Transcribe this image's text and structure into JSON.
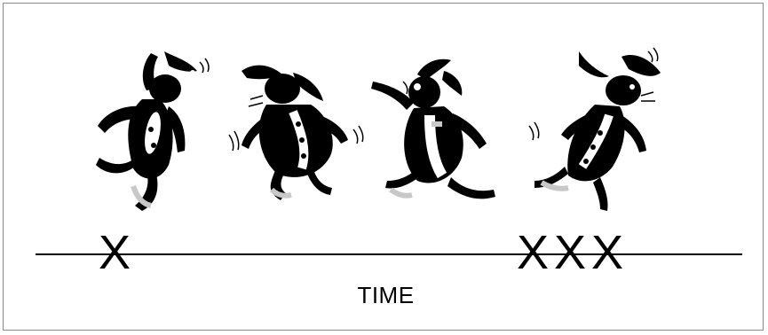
{
  "timeline": {
    "label": "TIME",
    "markers_left": [
      "X"
    ],
    "markers_right": [
      "X",
      "X",
      "X"
    ]
  },
  "figures": [
    {
      "name": "dancing-rabbit-1"
    },
    {
      "name": "dancing-rabbit-2"
    },
    {
      "name": "dancing-rabbit-3"
    },
    {
      "name": "dancing-rabbit-4"
    }
  ],
  "colors": {
    "ink": "#000000",
    "spot": "#c8c8c8",
    "frame": "#8a8a8a"
  }
}
